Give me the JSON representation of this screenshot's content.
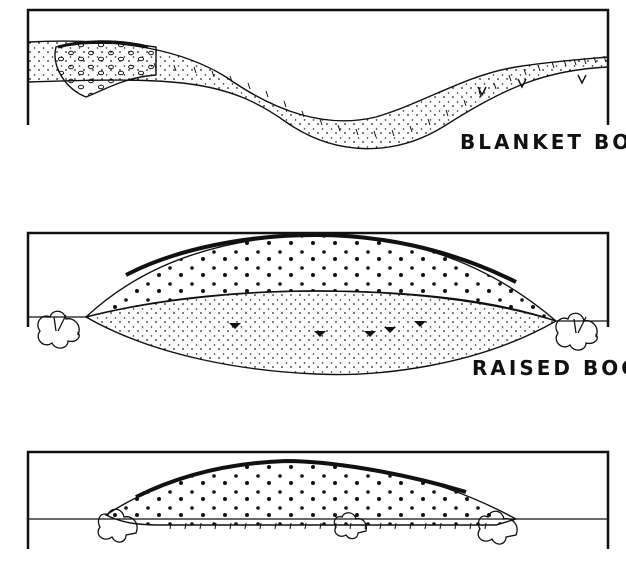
{
  "diagram": {
    "panels": [
      {
        "id": "blanket",
        "caption": "BLANKET BOG"
      },
      {
        "id": "raised",
        "caption": "RAISED BOG"
      },
      {
        "id": "lower",
        "caption": ""
      }
    ],
    "orientation": "rotated-180",
    "colors": {
      "ink": "#111111",
      "paper": "#ffffff"
    }
  }
}
